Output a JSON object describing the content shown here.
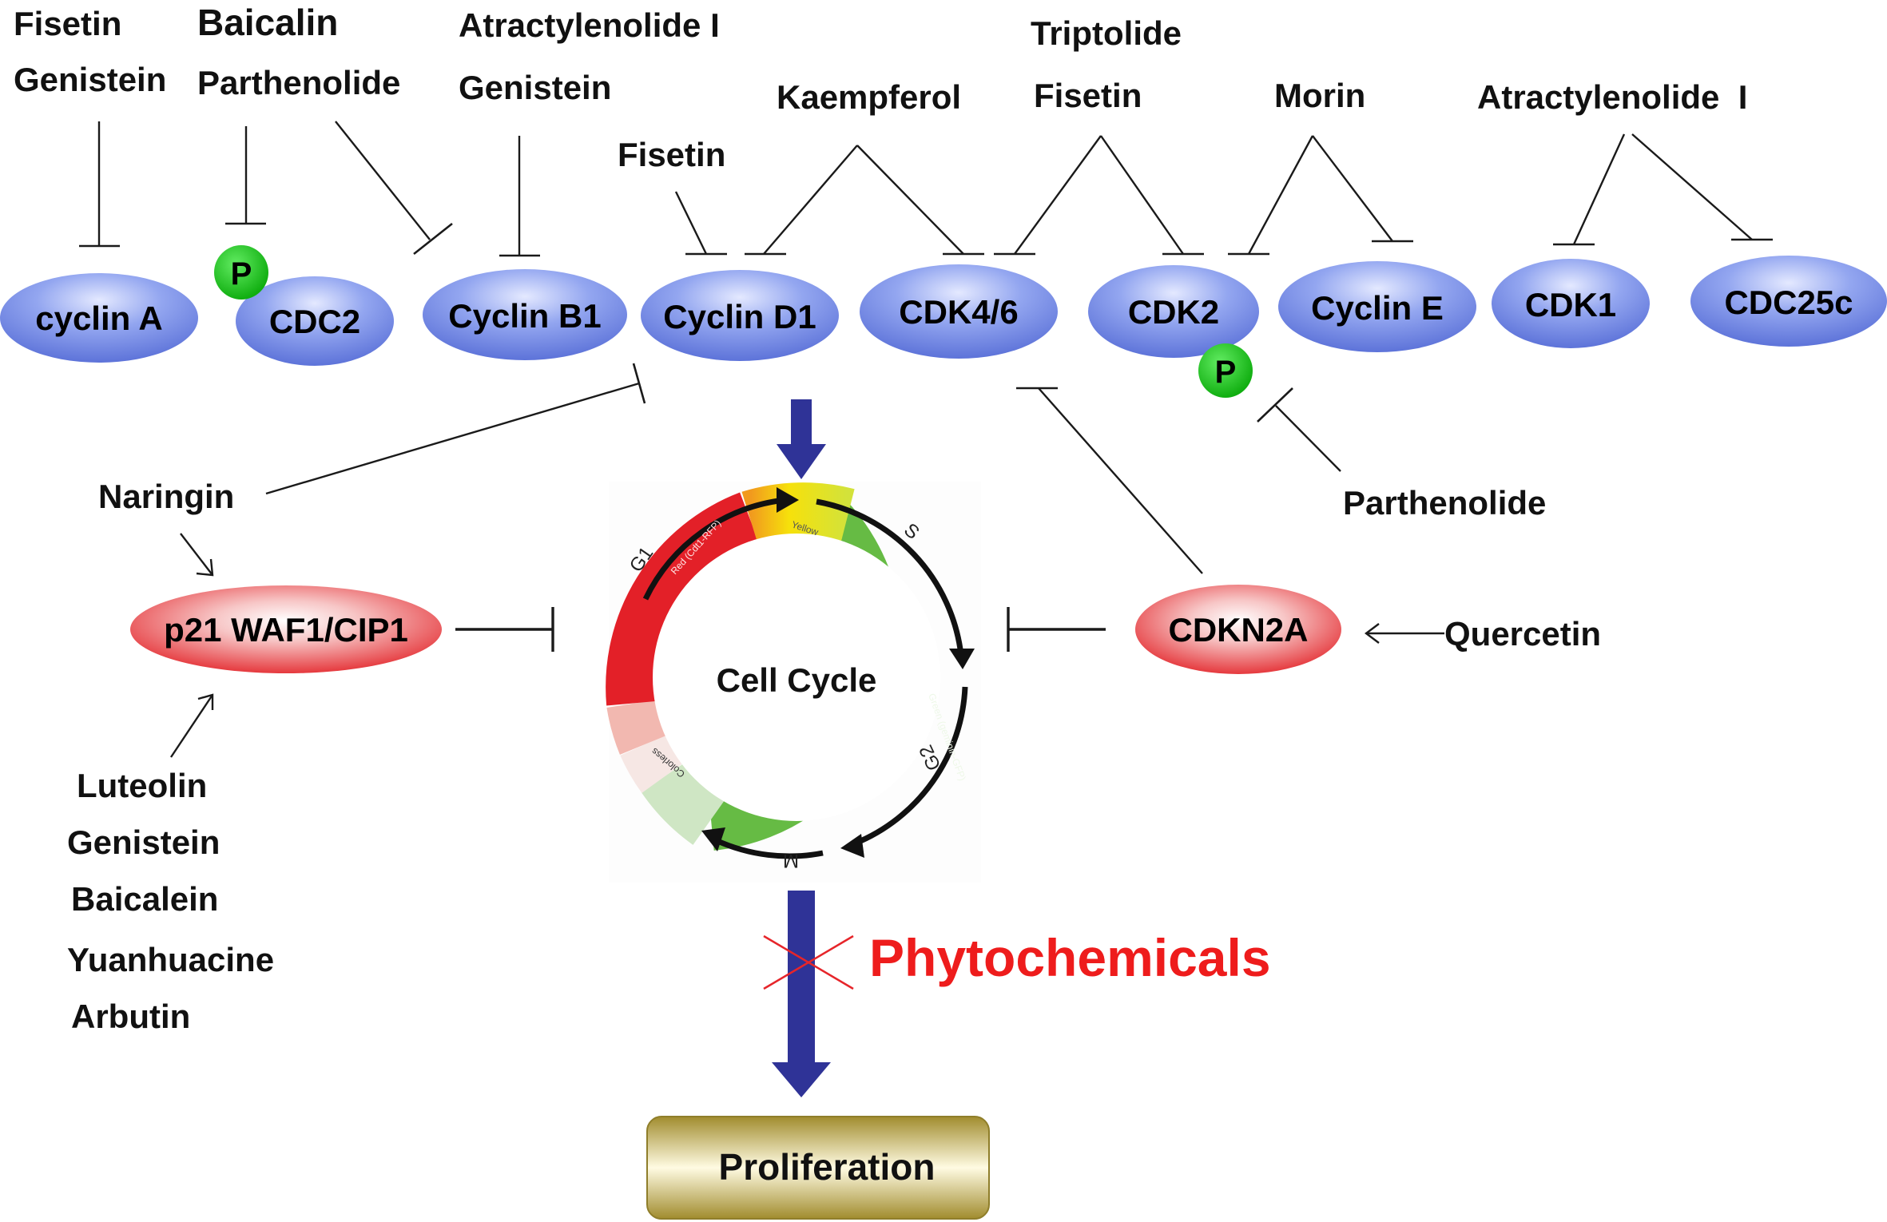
{
  "proteins": {
    "cyclin_a": "cyclin A",
    "cdc2": "CDC2",
    "cyclin_b1": "Cyclin B1",
    "cyclin_d1": "Cyclin D1",
    "cdk46": "CDK4/6",
    "cdk2": "CDK2",
    "cyclin_e": "Cyclin E",
    "cdk1": "CDK1",
    "cdc25c": "CDC25c",
    "p21": "p21 WAF1/CIP1",
    "cdkn2a": "CDKN2A"
  },
  "phospho_label": "P",
  "labels": {
    "fisetin_a": "Fisetin",
    "genistein_a": "Genistein",
    "baicalin": "Baicalin",
    "parthenolide_top": "Parthenolide",
    "atractylenolide_b1": "Atractylenolide I",
    "genistein_b1": "Genistein",
    "fisetin_d1": "Fisetin",
    "kaempferol": "Kaempferol",
    "triptolide": "Triptolide",
    "fisetin_cdk": "Fisetin",
    "morin": "Morin",
    "atractylenolide_cdk1": "Atractylenolide  I",
    "naringin": "Naringin",
    "parthenolide_cdk2": "Parthenolide",
    "quercetin": "Quercetin"
  },
  "p21_activators": [
    "Luteolin",
    "Genistein",
    "Baicalein",
    "Yuanhuacine",
    "Arbutin"
  ],
  "cycle": {
    "center": "Cell Cycle",
    "phases": {
      "g1": "G1",
      "s": "S",
      "g2": "G2",
      "m": "M"
    },
    "arc_labels": {
      "red": "Red (Cdt1-RFP)",
      "yellow": "Yellow",
      "green": "Green (geminin-GFP)",
      "colorless": "Colorless"
    }
  },
  "phytochemicals": "Phytochemicals",
  "proliferation": "Proliferation",
  "colors": {
    "blue_node": "#6f86e6",
    "red_node": "#e8373a",
    "phospho": "#19c419",
    "arrow": "#2f3397",
    "phyto_text": "#ee1c1c",
    "cycle_red": "#e32028",
    "cycle_yellow": "#f5e10a",
    "cycle_green": "#66bb44",
    "prolif_gold": "#b8a236"
  }
}
